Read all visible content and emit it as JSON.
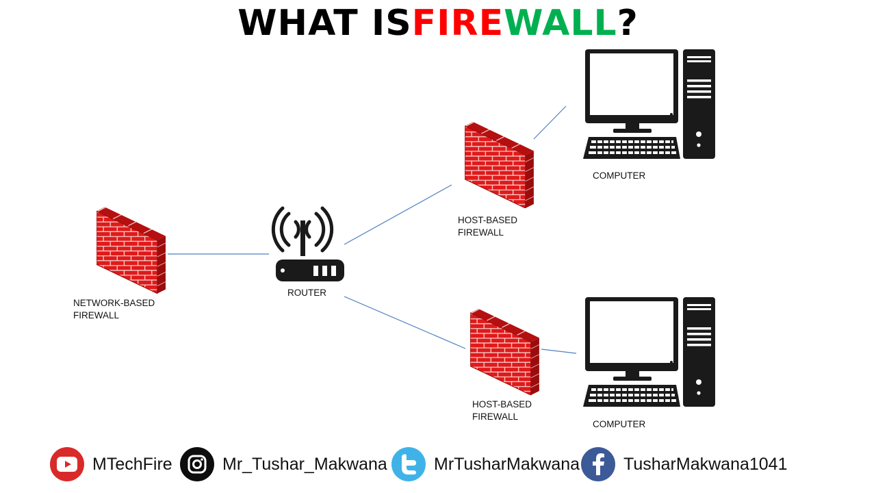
{
  "title": {
    "part1": "WHAT IS ",
    "part2": "FIRE",
    "part3": "WALL",
    "part4": " ?",
    "colors": {
      "dark": "#000000",
      "fire": "#ff0000",
      "wall": "#00b050"
    }
  },
  "nodes": {
    "network_firewall": {
      "line1": "NETWORK-BASED",
      "line2": "FIREWALL",
      "icon": "brick-wall-icon"
    },
    "router": {
      "label": "ROUTER",
      "icon": "wireless-router-icon"
    },
    "host_firewall_top": {
      "line1": "HOST-BASED",
      "line2": "FIREWALL",
      "icon": "brick-wall-icon"
    },
    "host_firewall_bottom": {
      "line1": "HOST-BASED",
      "line2": "FIREWALL",
      "icon": "brick-wall-icon"
    },
    "computer_top": {
      "label": "COMPUTER",
      "icon": "desktop-computer-icon"
    },
    "computer_bottom": {
      "label": "COMPUTER",
      "icon": "desktop-computer-icon"
    }
  },
  "colors": {
    "wall_red": "#e01a1a",
    "mortar": "#f4d0d0",
    "connector": "#4f7fbf",
    "icon_dark": "#1a1a1a"
  },
  "social": [
    {
      "platform": "youtube",
      "handle": "MTechFire",
      "icon": "youtube-icon",
      "color": "#d92a2a"
    },
    {
      "platform": "instagram",
      "handle": "Mr_Tushar_Makwana",
      "icon": "instagram-icon",
      "color": "#0d0d0d"
    },
    {
      "platform": "twitter",
      "handle": "MrTusharMakwana",
      "icon": "twitter-icon",
      "color": "#3fb3e8"
    },
    {
      "platform": "facebook",
      "handle": "TusharMakwana1041",
      "icon": "facebook-icon",
      "color": "#3d5a98"
    }
  ]
}
